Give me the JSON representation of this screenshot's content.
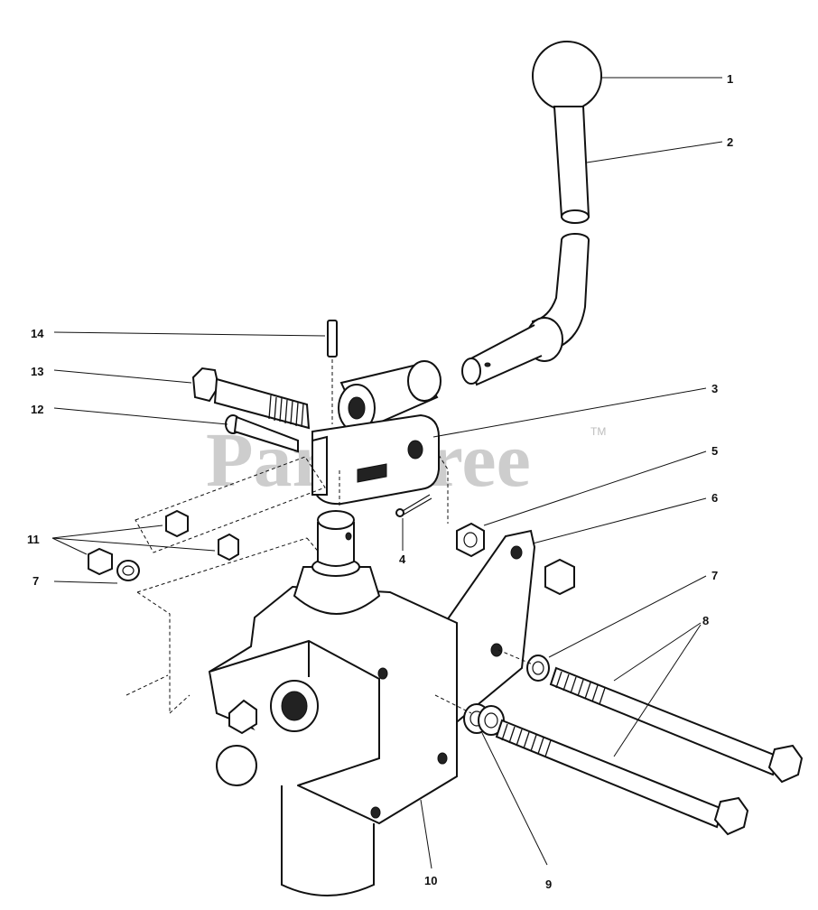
{
  "watermark": {
    "text": "PartsTree",
    "trademark": "TM"
  },
  "callouts": [
    {
      "id": "c1",
      "label": "1"
    },
    {
      "id": "c2",
      "label": "2"
    },
    {
      "id": "c3",
      "label": "3"
    },
    {
      "id": "c4",
      "label": "4"
    },
    {
      "id": "c5",
      "label": "5"
    },
    {
      "id": "c6",
      "label": "6"
    },
    {
      "id": "c7a",
      "label": "7"
    },
    {
      "id": "c7b",
      "label": "7"
    },
    {
      "id": "c8",
      "label": "8"
    },
    {
      "id": "c9",
      "label": "9"
    },
    {
      "id": "c10",
      "label": "10"
    },
    {
      "id": "c11",
      "label": "11"
    },
    {
      "id": "c12",
      "label": "12"
    },
    {
      "id": "c13",
      "label": "13"
    },
    {
      "id": "c14",
      "label": "14"
    }
  ]
}
